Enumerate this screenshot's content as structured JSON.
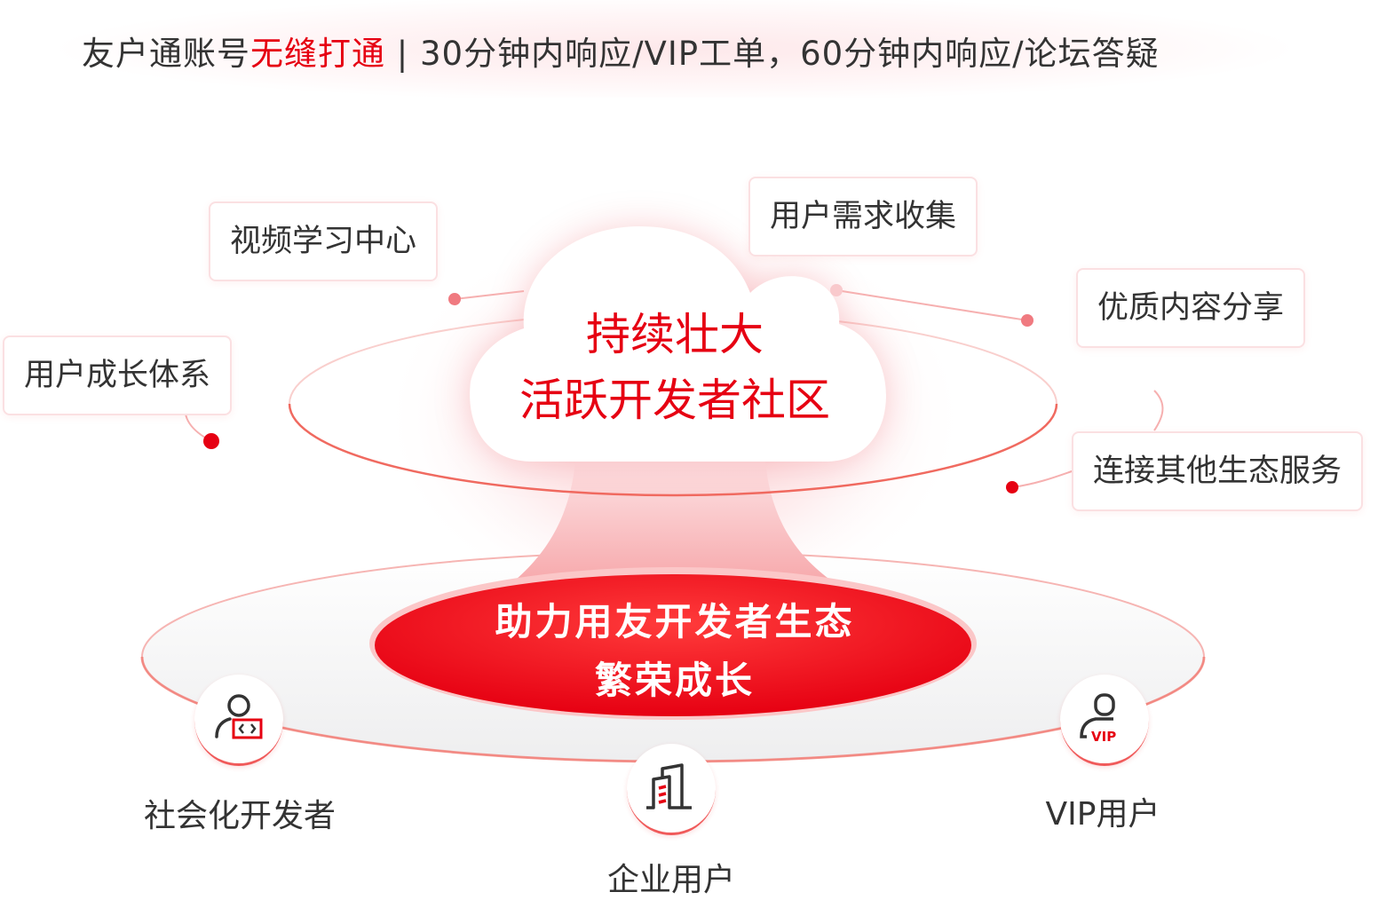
{
  "banner": {
    "prefix": "友户通账号",
    "highlight": "无缝打通",
    "rest": " | 30分钟内响应/VIP工单，60分钟内响应/论坛答疑"
  },
  "tags": [
    "视频学习中心",
    "用户需求收集",
    "优质内容分享",
    "用户成长体系",
    "连接其他生态服务"
  ],
  "center": {
    "line1": "持续壮大",
    "line2": "活跃开发者社区"
  },
  "core": {
    "line1": "助力用友开发者生态",
    "line2": "繁荣成长"
  },
  "users": [
    {
      "label": "社会化开发者",
      "icon": "developer-icon"
    },
    {
      "label": "企业用户",
      "icon": "building-icon"
    },
    {
      "label": "VIP用户",
      "icon": "vip-user-icon"
    }
  ],
  "colors": {
    "accent": "#e60012",
    "text": "#333333",
    "ring": "#f06a60"
  }
}
